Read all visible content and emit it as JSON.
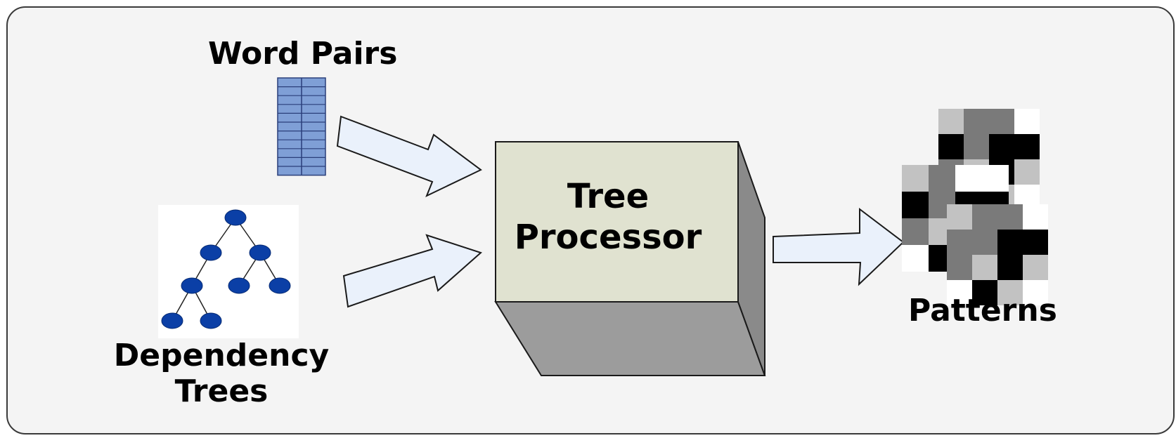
{
  "diagram": {
    "nodes": {
      "word_pairs": {
        "label": "Word Pairs"
      },
      "dependency_trees": {
        "label_line1": "Dependency",
        "label_line2": "Trees"
      },
      "tree_processor": {
        "label_line1": "Tree",
        "label_line2": "Processor"
      },
      "patterns": {
        "label": "Patterns"
      }
    },
    "edges": [
      {
        "from": "word_pairs",
        "to": "tree_processor"
      },
      {
        "from": "dependency_trees",
        "to": "tree_processor"
      },
      {
        "from": "tree_processor",
        "to": "patterns"
      }
    ]
  },
  "colors": {
    "panel_fill": "#f4f4f4",
    "panel_border": "#3a3a3a",
    "arrow_fill": "#eaf1fb",
    "arrow_stroke": "#1a1a1a",
    "cube_front": "#e0e2d0",
    "cube_side": "#8a8a8a",
    "cube_bottom": "#9c9c9c",
    "table_fill": "#7f9fd6",
    "table_stroke": "#2a3f7a",
    "tree_node": "#0b3fa6",
    "pattern_black": "#000000",
    "pattern_dark": "#7a7a7a",
    "pattern_light": "#c2c2c2",
    "pattern_white": "#ffffff"
  }
}
